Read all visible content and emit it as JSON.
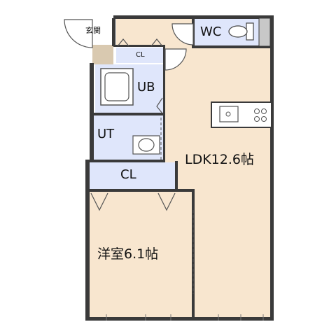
{
  "rooms": {
    "genkan": "玄関",
    "closet_small": "CL",
    "wc": "WC",
    "unit_bath": "UB",
    "utility": "UT",
    "closet": "CL",
    "ldk": "LDK12.6帖",
    "western_room": "洋室6.1帖"
  },
  "colors": {
    "living_floor": "#f8e6cf",
    "wet_area": "#dfe6fb",
    "genkan_floor": "#d9c9b0",
    "wall": "#3a3a3a"
  }
}
